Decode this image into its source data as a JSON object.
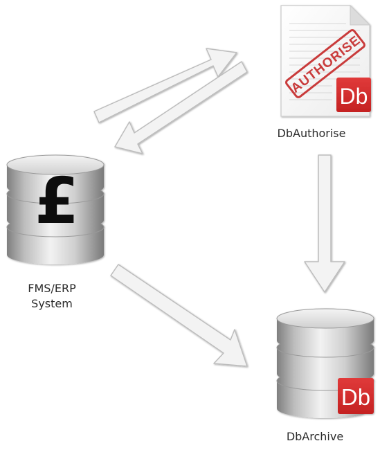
{
  "nodes": {
    "authorise": {
      "label": "DbAuthorise",
      "stamp_text": "AUTHORISE",
      "badge_text": "Db"
    },
    "fms": {
      "label_line1": "FMS/ERP",
      "label_line2": "System",
      "currency_symbol": "£"
    },
    "archive": {
      "label": "DbArchive",
      "badge_text": "Db"
    }
  },
  "edges": [
    {
      "from": "fms",
      "to": "authorise"
    },
    {
      "from": "authorise",
      "to": "fms"
    },
    {
      "from": "authorise",
      "to": "archive"
    },
    {
      "from": "fms",
      "to": "archive"
    }
  ],
  "colors": {
    "brand_red": "#d42b2b",
    "stamp_red": "#c93a3a",
    "arrow_fill": "#f3f3f3",
    "arrow_stroke": "#bdbdbd",
    "db_light": "#e6e6e6",
    "db_dark": "#8a8a8a"
  },
  "icons": [
    "database-icon",
    "document-icon",
    "db-logo-icon",
    "pound-sign-icon"
  ]
}
